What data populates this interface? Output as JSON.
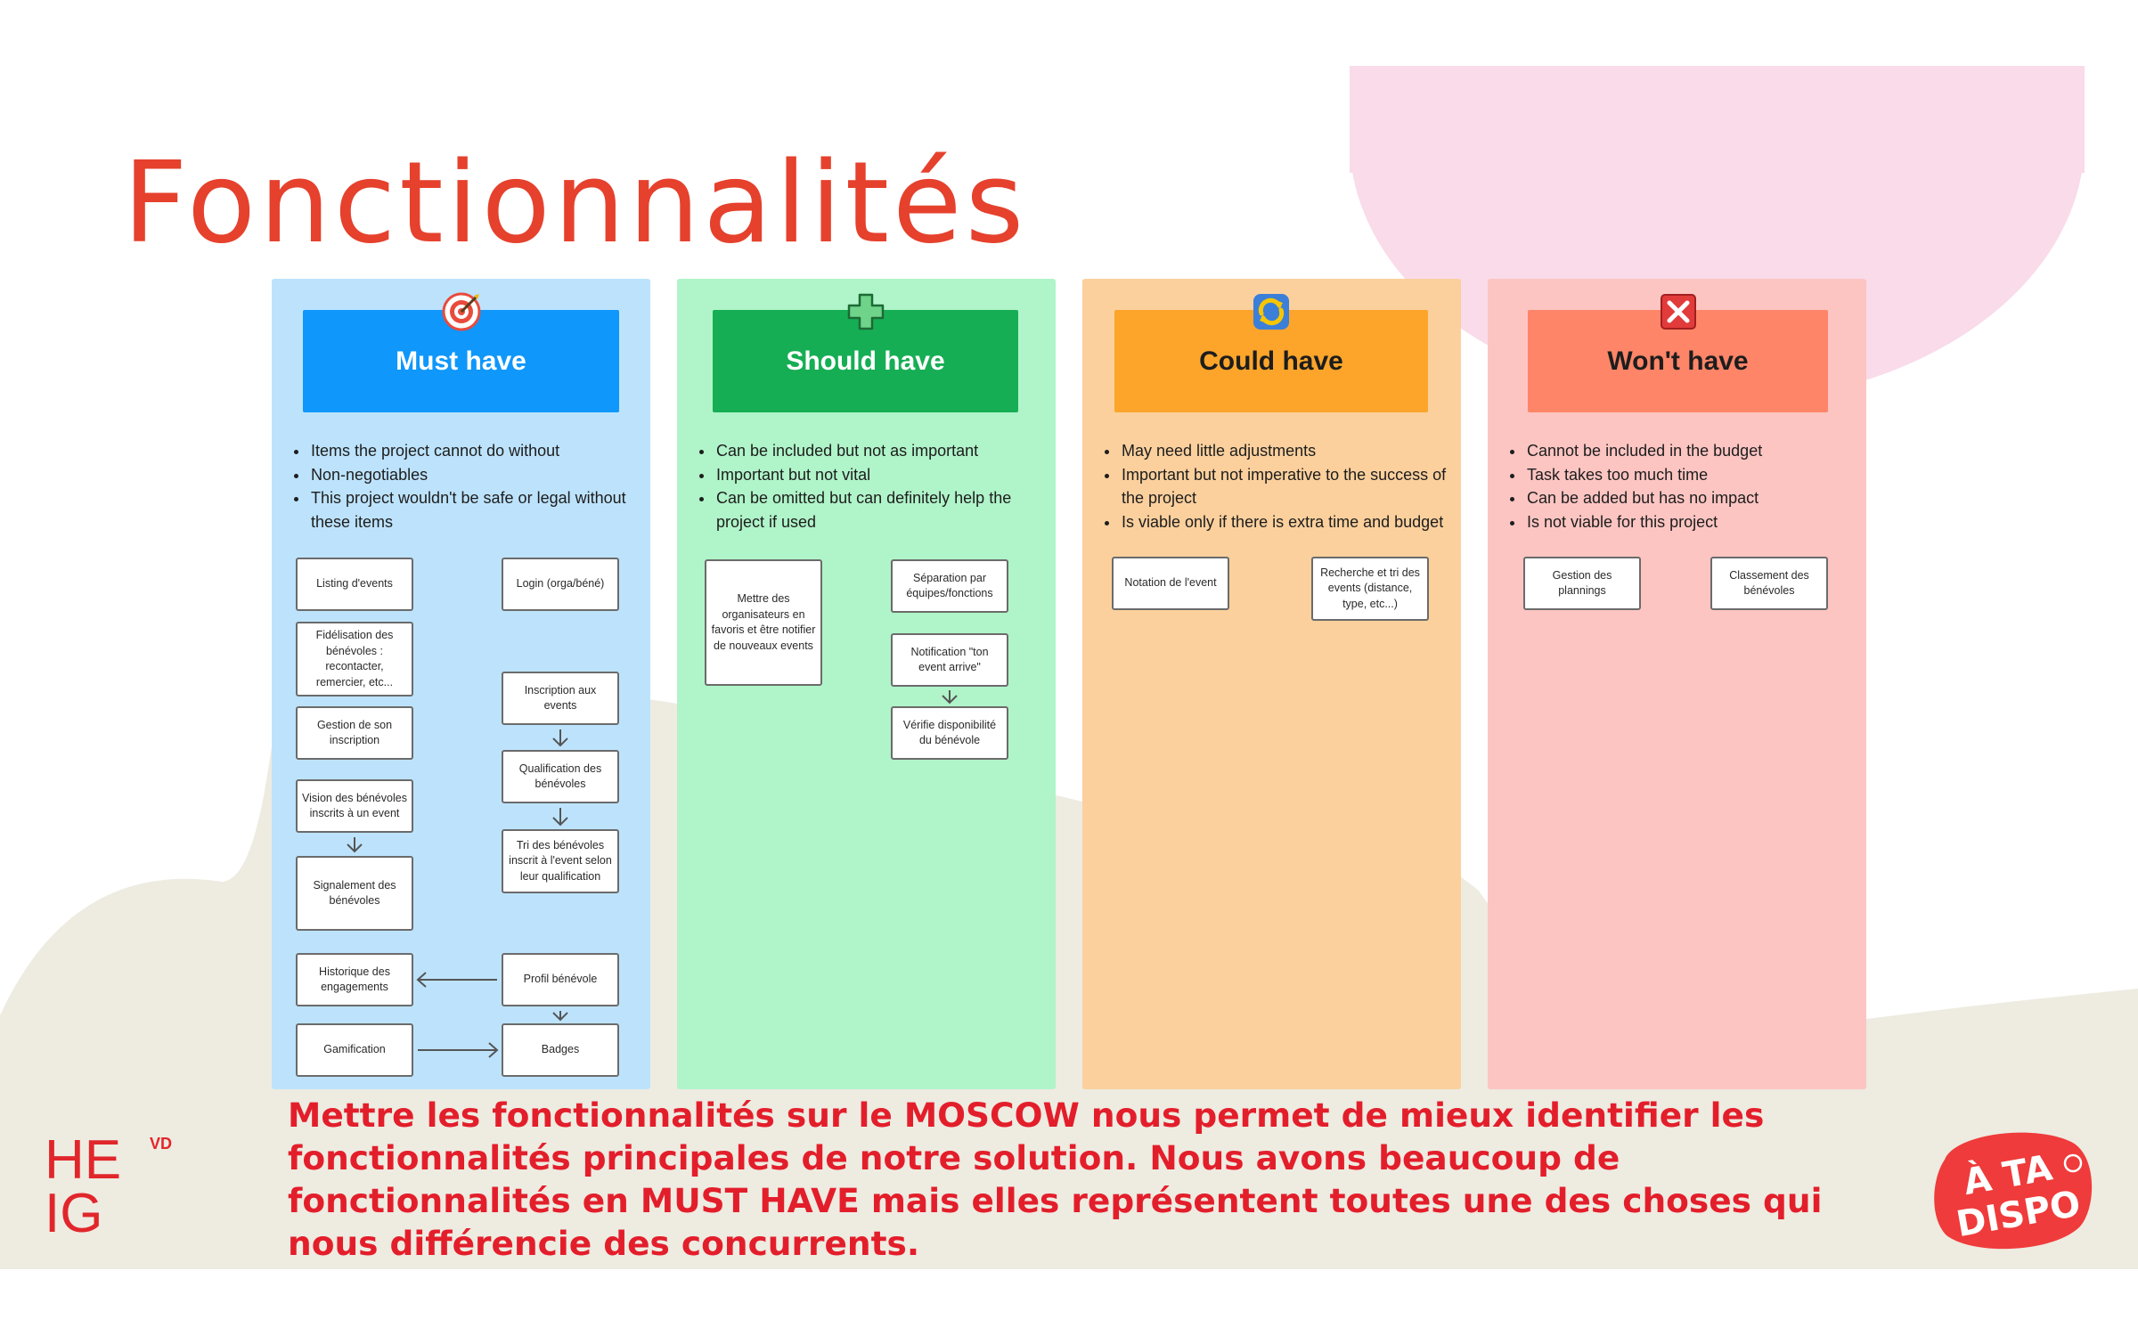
{
  "title": "Fonctionnalités",
  "columns": {
    "must": {
      "header": "Must have",
      "icon": "target-icon",
      "bullets": [
        "Items the project cannot do without",
        "Non-negotiables",
        "This project wouldn't be safe or legal without these items"
      ],
      "boxes": {
        "listing_events": "Listing d'events",
        "login": "Login (orga/béné)",
        "fidelisation": "Fidélisation des bénévoles : recontacter, remercier, etc...",
        "inscription_events": "Inscription aux events",
        "gestion_inscription": "Gestion de son inscription",
        "qualification": "Qualification des bénévoles",
        "vision_benevoles": "Vision des bénévoles inscrits à un event",
        "tri_benevoles": "Tri des bénévoles inscrit à l'event selon leur qualification",
        "signalement": "Signalement des bénévoles",
        "historique": "Historique des engagements",
        "profil": "Profil bénévole",
        "gamification": "Gamification",
        "badges": "Badges"
      }
    },
    "should": {
      "header": "Should have",
      "icon": "plus-icon",
      "bullets": [
        "Can be included but not as important",
        "Important but not vital",
        "Can be omitted but can definitely help the project if used"
      ],
      "boxes": {
        "favoris": "Mettre des organisateurs en favoris et être notifier de nouveaux events",
        "separation": "Séparation par équipes/fonctions",
        "notification": "Notification \"ton event arrive\"",
        "verifie": "Vérifie disponibilité du bénévole"
      }
    },
    "could": {
      "header": "Could have",
      "icon": "refresh-icon",
      "bullets": [
        "May need little adjustments",
        "Important but not imperative to the success of the project",
        "Is viable only if there is extra time and budget"
      ],
      "boxes": {
        "notation": "Notation de l'event",
        "recherche": "Recherche et tri des events (distance, type, etc...)"
      }
    },
    "wont": {
      "header": "Won't have",
      "icon": "cross-mark-icon",
      "bullets": [
        "Cannot be included in the budget",
        "Task takes too much time",
        "Can be added but has no impact",
        "Is not viable for this project"
      ],
      "boxes": {
        "gestion_plannings": "Gestion des plannings",
        "classement": "Classement des bénévoles"
      }
    }
  },
  "caption": "Mettre les fonctionnalités sur le MOSCOW nous permet de mieux identifier les fonctionnalités principales de notre solution. Nous avons beaucoup de fonctionnalités en MUST HAVE mais elles représentent toutes une des choses qui nous différencie des concurrents.",
  "logos": {
    "left": {
      "line1": "HE",
      "line2": "IG",
      "superscript": "VD"
    },
    "right": {
      "line1": "À TA",
      "line2": "DISPO"
    }
  },
  "colors": {
    "title": "#e5412d",
    "caption": "#e31e2b",
    "must_header": "#0f97fb",
    "should_header": "#16ae54",
    "could_header": "#fca52a",
    "wont_header": "#fe8568"
  }
}
